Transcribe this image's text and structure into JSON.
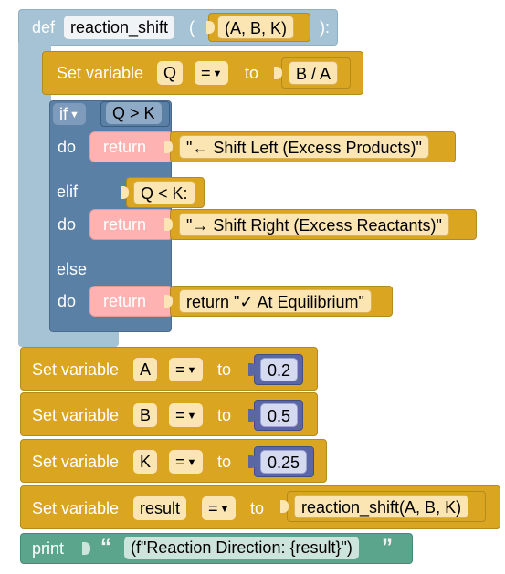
{
  "function_def": {
    "keyword": "def",
    "name": "reaction_shift",
    "open_paren": "(",
    "params": "(A, B, K)",
    "close": "):"
  },
  "set_q": {
    "label": "Set variable",
    "var": "Q",
    "op": "=",
    "to": "to",
    "value": "B / A"
  },
  "if_block": {
    "if_label": "if",
    "cond1": "Q > K",
    "do1": "do",
    "return1": "return",
    "str1": "\"← Shift Left (Excess Products)\"",
    "elif_label": "elif",
    "cond2": "Q < K:",
    "do2": "do",
    "return2": "return",
    "str2": "\"→ Shift Right (Excess Reactants)\"",
    "else_label": "else",
    "do3": "do",
    "return3": "return",
    "str3": "return \"✓ At Equilibrium\""
  },
  "sets": [
    {
      "label": "Set variable",
      "var": "A",
      "op": "=",
      "to": "to",
      "value": "0.2"
    },
    {
      "label": "Set variable",
      "var": "B",
      "op": "=",
      "to": "to",
      "value": "0.5"
    },
    {
      "label": "Set variable",
      "var": "K",
      "op": "=",
      "to": "to",
      "value": "0.25"
    },
    {
      "label": "Set variable",
      "var": "result",
      "op": "=",
      "to": "to",
      "value": "reaction_shift(A, B, K)"
    }
  ],
  "print_block": {
    "label": "print",
    "open_quote": "“",
    "text": "(f\"Reaction Direction: {result}\")",
    "close_quote": "”"
  },
  "colors": {
    "function_block": "#a5c3d4",
    "variable_block": "#daa520",
    "logic_block": "#5b80a5",
    "return_block": "#ffb2b2",
    "math_value": "#5b67a5",
    "text_block": "#5ba58c",
    "field": "#fae5b3"
  }
}
